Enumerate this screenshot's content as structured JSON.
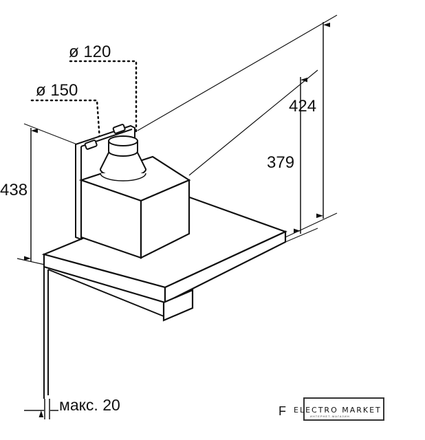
{
  "dimensions": {
    "duct_small": "ø 120",
    "duct_large": "ø 150",
    "height_left": "438",
    "height_inner": "379",
    "height_outer": "424",
    "wall_gap": "макс. 20"
  },
  "watermark": {
    "prefix": "F",
    "brand": "ELECTRO MARKET",
    "tagline": "ИНТЕРНЕТ-МАГАЗИН"
  }
}
